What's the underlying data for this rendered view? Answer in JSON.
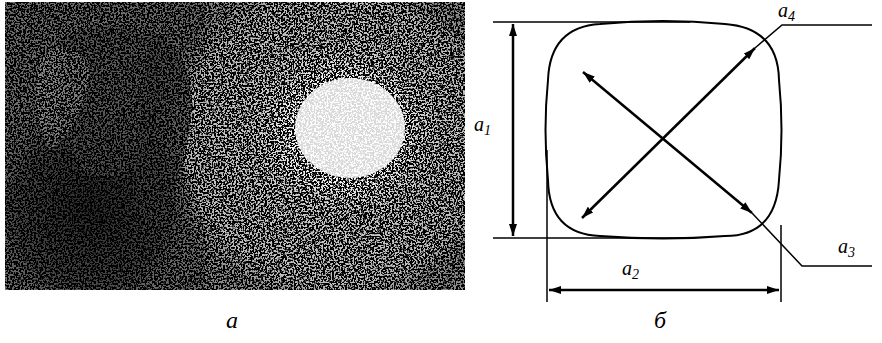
{
  "diagram": {
    "labels": [
      "а",
      "a1",
      "a2",
      "a3",
      "a4",
      "б"
    ]
  }
}
